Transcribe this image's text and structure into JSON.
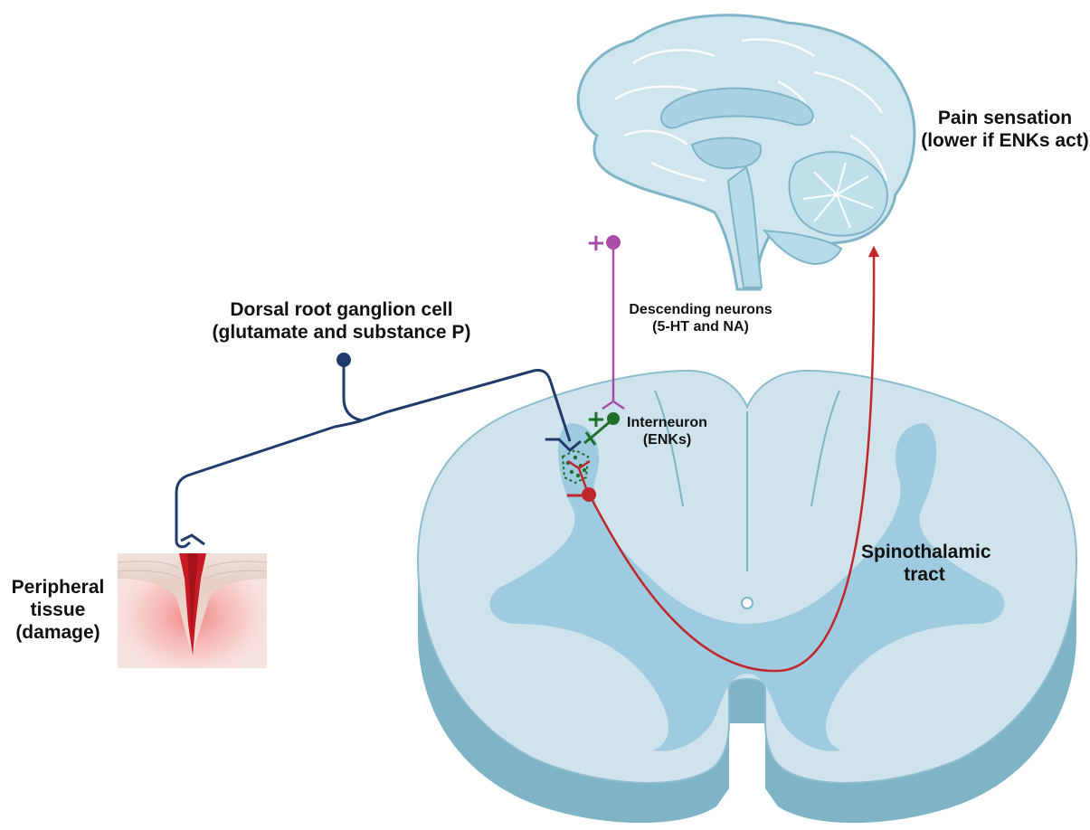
{
  "labels": {
    "pain_line1": "Pain sensation",
    "pain_line2": "(lower if ENKs act)",
    "descending_line1": "Descending neurons",
    "descending_line2": "(5-HT and NA)",
    "drg_line1": "Dorsal root ganglion cell",
    "drg_line2": "(glutamate and substance P)",
    "inter_line1": "Interneuron",
    "inter_line2": "(ENKs)",
    "spino_line1": "Spinothalamic",
    "spino_line2": "tract",
    "periph_line1": "Peripheral",
    "periph_line2": "tissue",
    "periph_line3": "(damage)"
  },
  "signs": {
    "descending": "+",
    "interneuron": "+",
    "drg_terminal": "−",
    "projection": "−"
  },
  "colors": {
    "drg_neuron": "#1f3a6b",
    "descending_neuron": "#a84ea6",
    "interneuron": "#1f6e2a",
    "projection_neuron": "#c0272d",
    "spinal_white": "#cfe3ec",
    "spinal_grey": "#9ecbdf",
    "spinal_side": "#7fb4c6",
    "brain": "#cfe6ef"
  }
}
